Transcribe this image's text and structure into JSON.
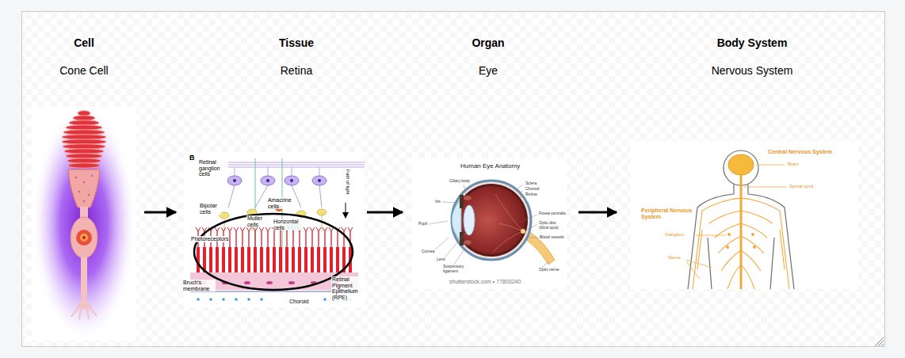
{
  "diagram": {
    "nodes": [
      {
        "text": [
          "Cell",
          "Cone Cell"
        ]
      },
      {
        "text": [
          "Tissue",
          "Retina"
        ]
      },
      {
        "text": [
          "Organ",
          "Eye"
        ]
      },
      {
        "text": [
          "Body System",
          "Nervous System"
        ]
      }
    ],
    "edges": [
      {
        "from": 0,
        "to": 1,
        "arrow": "to"
      },
      {
        "from": 1,
        "to": 2,
        "arrow": "to"
      },
      {
        "from": 2,
        "to": 3,
        "arrow": "to"
      }
    ],
    "labels": [
      "B",
      "Retinal ganglion cells",
      "Path of light",
      "Amacrine cells",
      "Bipolar cells",
      "Muller cells",
      "Horizontal cells",
      "Photoreceptors",
      "Bruch's membrane",
      "Retinal Pigment Epithelium (RPE)",
      "Choroid",
      "Human Eye Anatomy",
      "Ciliary body",
      "Sclera",
      "Choroid",
      "Retina",
      "Iris",
      "Pupil",
      "Fovea centralis",
      "Optic disc (blind spot)",
      "Cornea",
      "Blood vessels",
      "Lens",
      "Suspensory ligament",
      "Optic nerve",
      "shutterstock.com • 77803240",
      "Central Nervous System",
      "Brain",
      "Spinal cord",
      "Peripheral Nervous System",
      "Ganglion",
      "Nerve"
    ]
  }
}
